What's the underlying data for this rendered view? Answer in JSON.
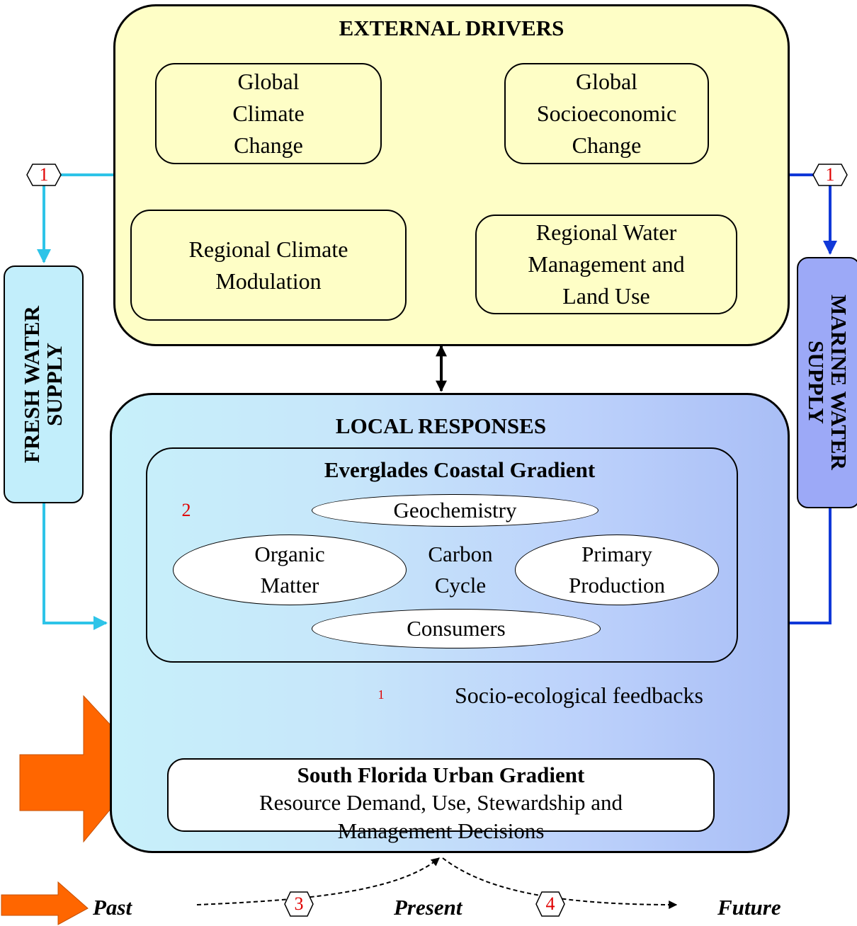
{
  "external": {
    "title": "EXTERNAL DRIVERS",
    "global_climate": [
      "Global",
      "Climate",
      "Change"
    ],
    "global_socio": [
      "Global",
      "Socioeconomic",
      "Change"
    ],
    "regional_climate": [
      "Regional Climate",
      "Modulation"
    ],
    "regional_water": [
      "Regional Water",
      "Management and",
      "Land Use"
    ]
  },
  "local": {
    "title": "LOCAL RESPONSES",
    "everglades_title": "Everglades Coastal Gradient",
    "geochemistry": "Geochemistry",
    "organic_matter": [
      "Organic",
      "Matter"
    ],
    "carbon_cycle": [
      "Carbon",
      "Cycle"
    ],
    "primary_production": [
      "Primary",
      "Production"
    ],
    "consumers": "Consumers",
    "feedbacks": "Socio-ecological feedbacks",
    "urban_title": "South Florida Urban Gradient",
    "urban_body": [
      "Resource Demand, Use, Stewardship and",
      "Management Decisions"
    ]
  },
  "side": {
    "fresh": [
      "FRESH WATER",
      "SUPPLY"
    ],
    "marine": [
      "MARINE WATER",
      "SUPPLY"
    ]
  },
  "markers": {
    "one": "1",
    "two": "2",
    "three": "3",
    "four": "4"
  },
  "timeline": {
    "past": "Past",
    "present": "Present",
    "future": "Future"
  },
  "colors": {
    "external_fill": "#fefec6",
    "fresh_line": "#2ec4e8",
    "marine_line": "#1038d8",
    "orange_arrow": "#ff6600",
    "marker_text": "#e00000"
  }
}
